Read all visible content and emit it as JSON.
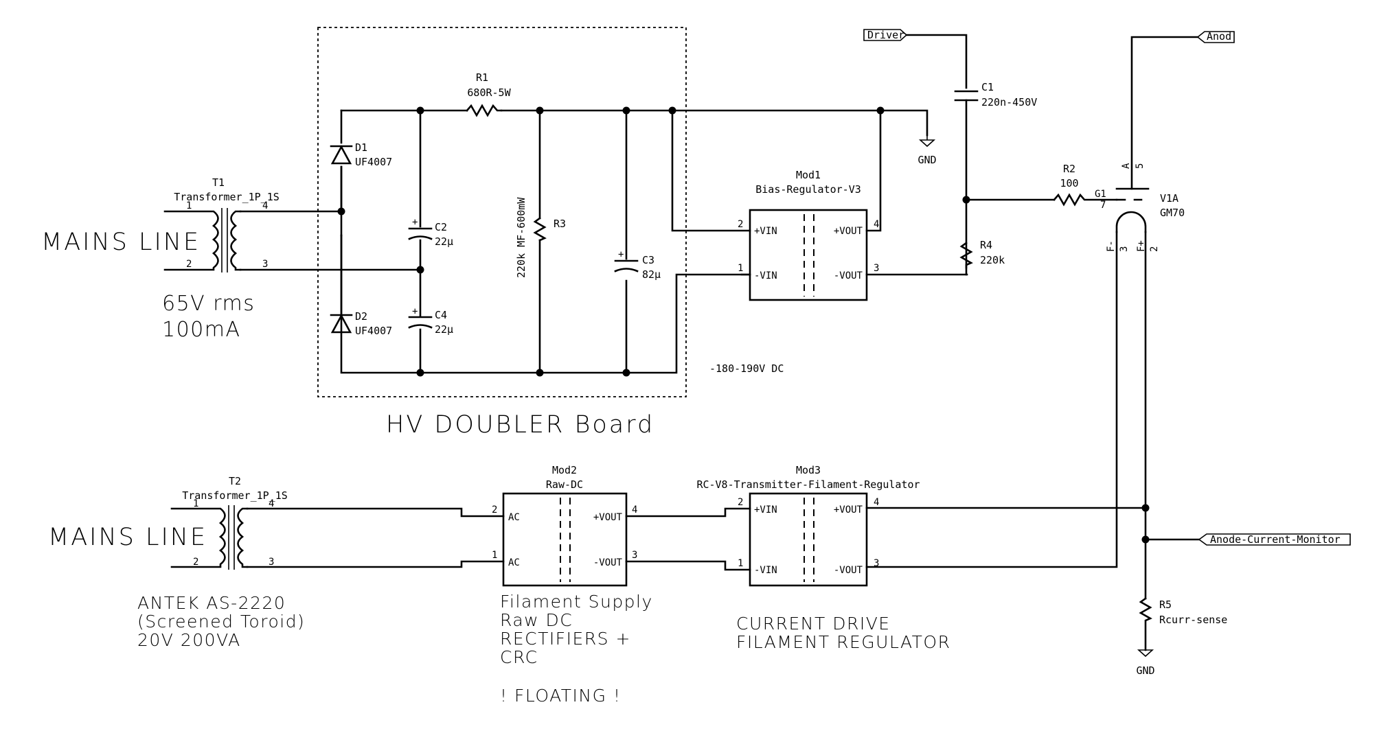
{
  "t1": {
    "ref": "T1",
    "value": "Transformer_1P_1S",
    "pins": [
      "1",
      "2",
      "4",
      "3"
    ]
  },
  "t2": {
    "ref": "T2",
    "value": "Transformer_1P_1S",
    "pins": [
      "1",
      "2",
      "4",
      "3"
    ]
  },
  "mains_label": "MAINS LINE",
  "t1_rating": [
    "65V rms",
    "100mA"
  ],
  "t2_note": [
    "ANTEK AS-2220",
    "(Screened Toroid)",
    "20V 200VA"
  ],
  "board_title": "HV DOUBLER Board",
  "d1": {
    "ref": "D1",
    "value": "UF4007"
  },
  "d2": {
    "ref": "D2",
    "value": "UF4007"
  },
  "c2": {
    "ref": "C2",
    "value": "22µ"
  },
  "c4": {
    "ref": "C4",
    "value": "22µ"
  },
  "c3": {
    "ref": "C3",
    "value": "82µ"
  },
  "r1": {
    "ref": "R1",
    "value": "680R-5W"
  },
  "r3": {
    "ref": "R3",
    "value": "220k MF-600mW"
  },
  "bias_voltage": "-180-190V DC",
  "mod1": {
    "ref": "Mod1",
    "value": "Bias-Regulator-V3",
    "pin_names": [
      "+VIN",
      "-VIN",
      "+VOUT",
      "-VOUT"
    ],
    "pin_nums": [
      "2",
      "1",
      "4",
      "3"
    ]
  },
  "mod2": {
    "ref": "Mod2",
    "value": "Raw-DC",
    "pin_names": [
      "AC",
      "AC",
      "+VOUT",
      "-VOUT"
    ],
    "pin_nums": [
      "2",
      "1",
      "4",
      "3"
    ]
  },
  "mod3": {
    "ref": "Mod3",
    "value": "RC-V8-Transmitter-Filament-Regulator",
    "pin_names": [
      "+VIN",
      "-VIN",
      "+VOUT",
      "-VOUT"
    ],
    "pin_nums": [
      "2",
      "1",
      "4",
      "3"
    ]
  },
  "mod2_note": [
    "Filament Supply",
    "Raw DC",
    "RECTIFIERS +",
    "CRC",
    "",
    "! FLOATING !"
  ],
  "mod3_note": [
    "CURRENT DRIVE",
    "FILAMENT REGULATOR"
  ],
  "c1": {
    "ref": "C1",
    "value": "220n-450V"
  },
  "r2": {
    "ref": "R2",
    "value": "100"
  },
  "r4": {
    "ref": "R4",
    "value": "220k"
  },
  "r5": {
    "ref": "R5",
    "value": "Rcurr-sense"
  },
  "v1": {
    "ref": "V1A",
    "value": "GM70",
    "pin_a": "A",
    "pin_a_num": "5",
    "pin_g": "G1",
    "pin_g_num": "7",
    "pin_fm": "F-",
    "pin_fm_num": "3",
    "pin_fp": "F+",
    "pin_fp_num": "2"
  },
  "gnd_label": "GND",
  "labels": {
    "driver": "Driver",
    "anod": "Anod",
    "anode_current_monitor": "Anode-Current-Monitor"
  }
}
